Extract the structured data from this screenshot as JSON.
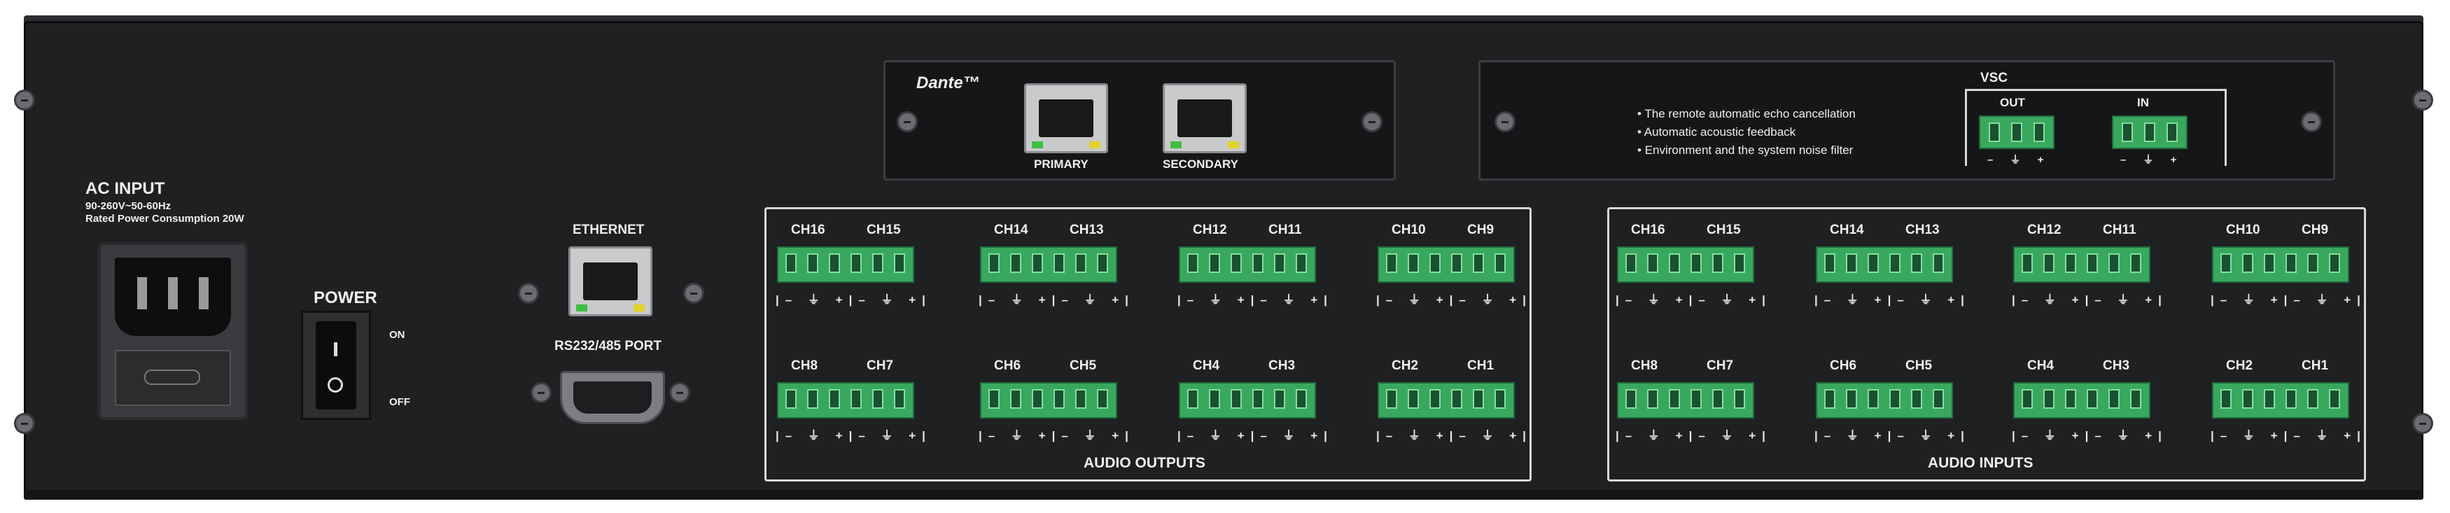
{
  "ac_input": {
    "title": "AC INPUT",
    "voltage": "90-260V~50-60Hz",
    "power": "Rated Power Consumption 20W"
  },
  "power": {
    "title": "POWER",
    "on": "ON",
    "off": "OFF"
  },
  "ethernet": {
    "title": "ETHERNET"
  },
  "rs232": {
    "title": "RS232/485 PORT"
  },
  "dante": {
    "logo": "Dante™",
    "primary": "PRIMARY",
    "secondary": "SECONDARY"
  },
  "vsc": {
    "title": "VSC",
    "out": "OUT",
    "in": "IN",
    "features": [
      "The remote automatic echo cancellation",
      "Automatic acoustic feedback",
      "Environment and the system noise filter"
    ]
  },
  "audio_outputs": {
    "title": "AUDIO OUTPUTS"
  },
  "audio_inputs": {
    "title": "AUDIO INPUTS"
  },
  "channel_pairs": {
    "top": [
      [
        "CH16",
        "CH15"
      ],
      [
        "CH14",
        "CH13"
      ],
      [
        "CH12",
        "CH11"
      ],
      [
        "CH10",
        "CH9"
      ]
    ],
    "bottom": [
      [
        "CH8",
        "CH7"
      ],
      [
        "CH6",
        "CH5"
      ],
      [
        "CH4",
        "CH3"
      ],
      [
        "CH2",
        "CH1"
      ]
    ]
  },
  "terminal_polarity": "|– ⏚ +|– ⏚ +|",
  "vsc_polarity": "– ⏚ +",
  "colors": {
    "chassis": "#1f2022",
    "terminal_green": "#39a85e",
    "led_green": "#3fbf3f",
    "led_yellow": "#e0d22a"
  }
}
